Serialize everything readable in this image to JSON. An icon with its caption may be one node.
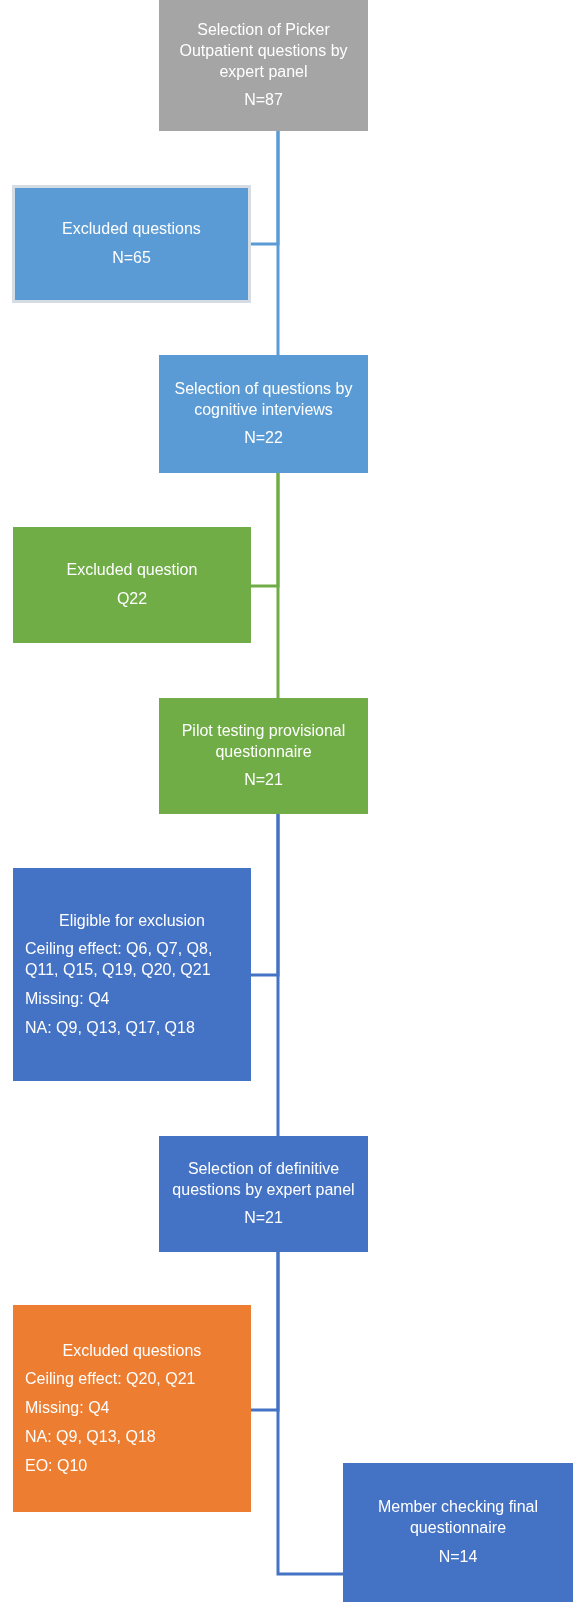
{
  "diagram": {
    "nodes": [
      {
        "text": [
          "Selection of Picker Outpatient questions by expert panel",
          "N=87"
        ]
      },
      {
        "text": [
          "Excluded questions",
          "N=65"
        ]
      },
      {
        "text": [
          "Selection of questions by cognitive interviews",
          "N=22"
        ]
      },
      {
        "text": [
          "Excluded question",
          "Q22"
        ]
      },
      {
        "text": [
          "Pilot testing provisional questionnaire",
          "N=21"
        ]
      },
      {
        "text": [
          "Eligible for exclusion",
          "Ceiling effect: Q6, Q7, Q8, Q11, Q15, Q19, Q20, Q21",
          "Missing: Q4",
          "NA: Q9, Q13, Q17, Q18"
        ]
      },
      {
        "text": [
          "Selection of definitive questions by expert panel",
          "N=21"
        ]
      },
      {
        "text": [
          "Excluded questions",
          "Ceiling effect: Q20, Q21",
          "Missing: Q4",
          "NA: Q9, Q13, Q18",
          "EO: Q10"
        ]
      },
      {
        "text": [
          "Member checking final questionnaire",
          "N=14"
        ]
      }
    ],
    "edges": [
      {
        "from": 0,
        "to": 1,
        "arrow": "none",
        "color": "#5b9bd5"
      },
      {
        "from": 0,
        "to": 2,
        "arrow": "none",
        "color": "#5b9bd5"
      },
      {
        "from": 2,
        "to": 3,
        "arrow": "none",
        "color": "#70ad47"
      },
      {
        "from": 2,
        "to": 4,
        "arrow": "none",
        "color": "#70ad47"
      },
      {
        "from": 4,
        "to": 5,
        "arrow": "none",
        "color": "#4472c4"
      },
      {
        "from": 4,
        "to": 6,
        "arrow": "none",
        "color": "#4472c4"
      },
      {
        "from": 6,
        "to": 7,
        "arrow": "none",
        "color": "#4472c4"
      },
      {
        "from": 6,
        "to": 8,
        "arrow": "none",
        "color": "#4472c4"
      }
    ]
  }
}
